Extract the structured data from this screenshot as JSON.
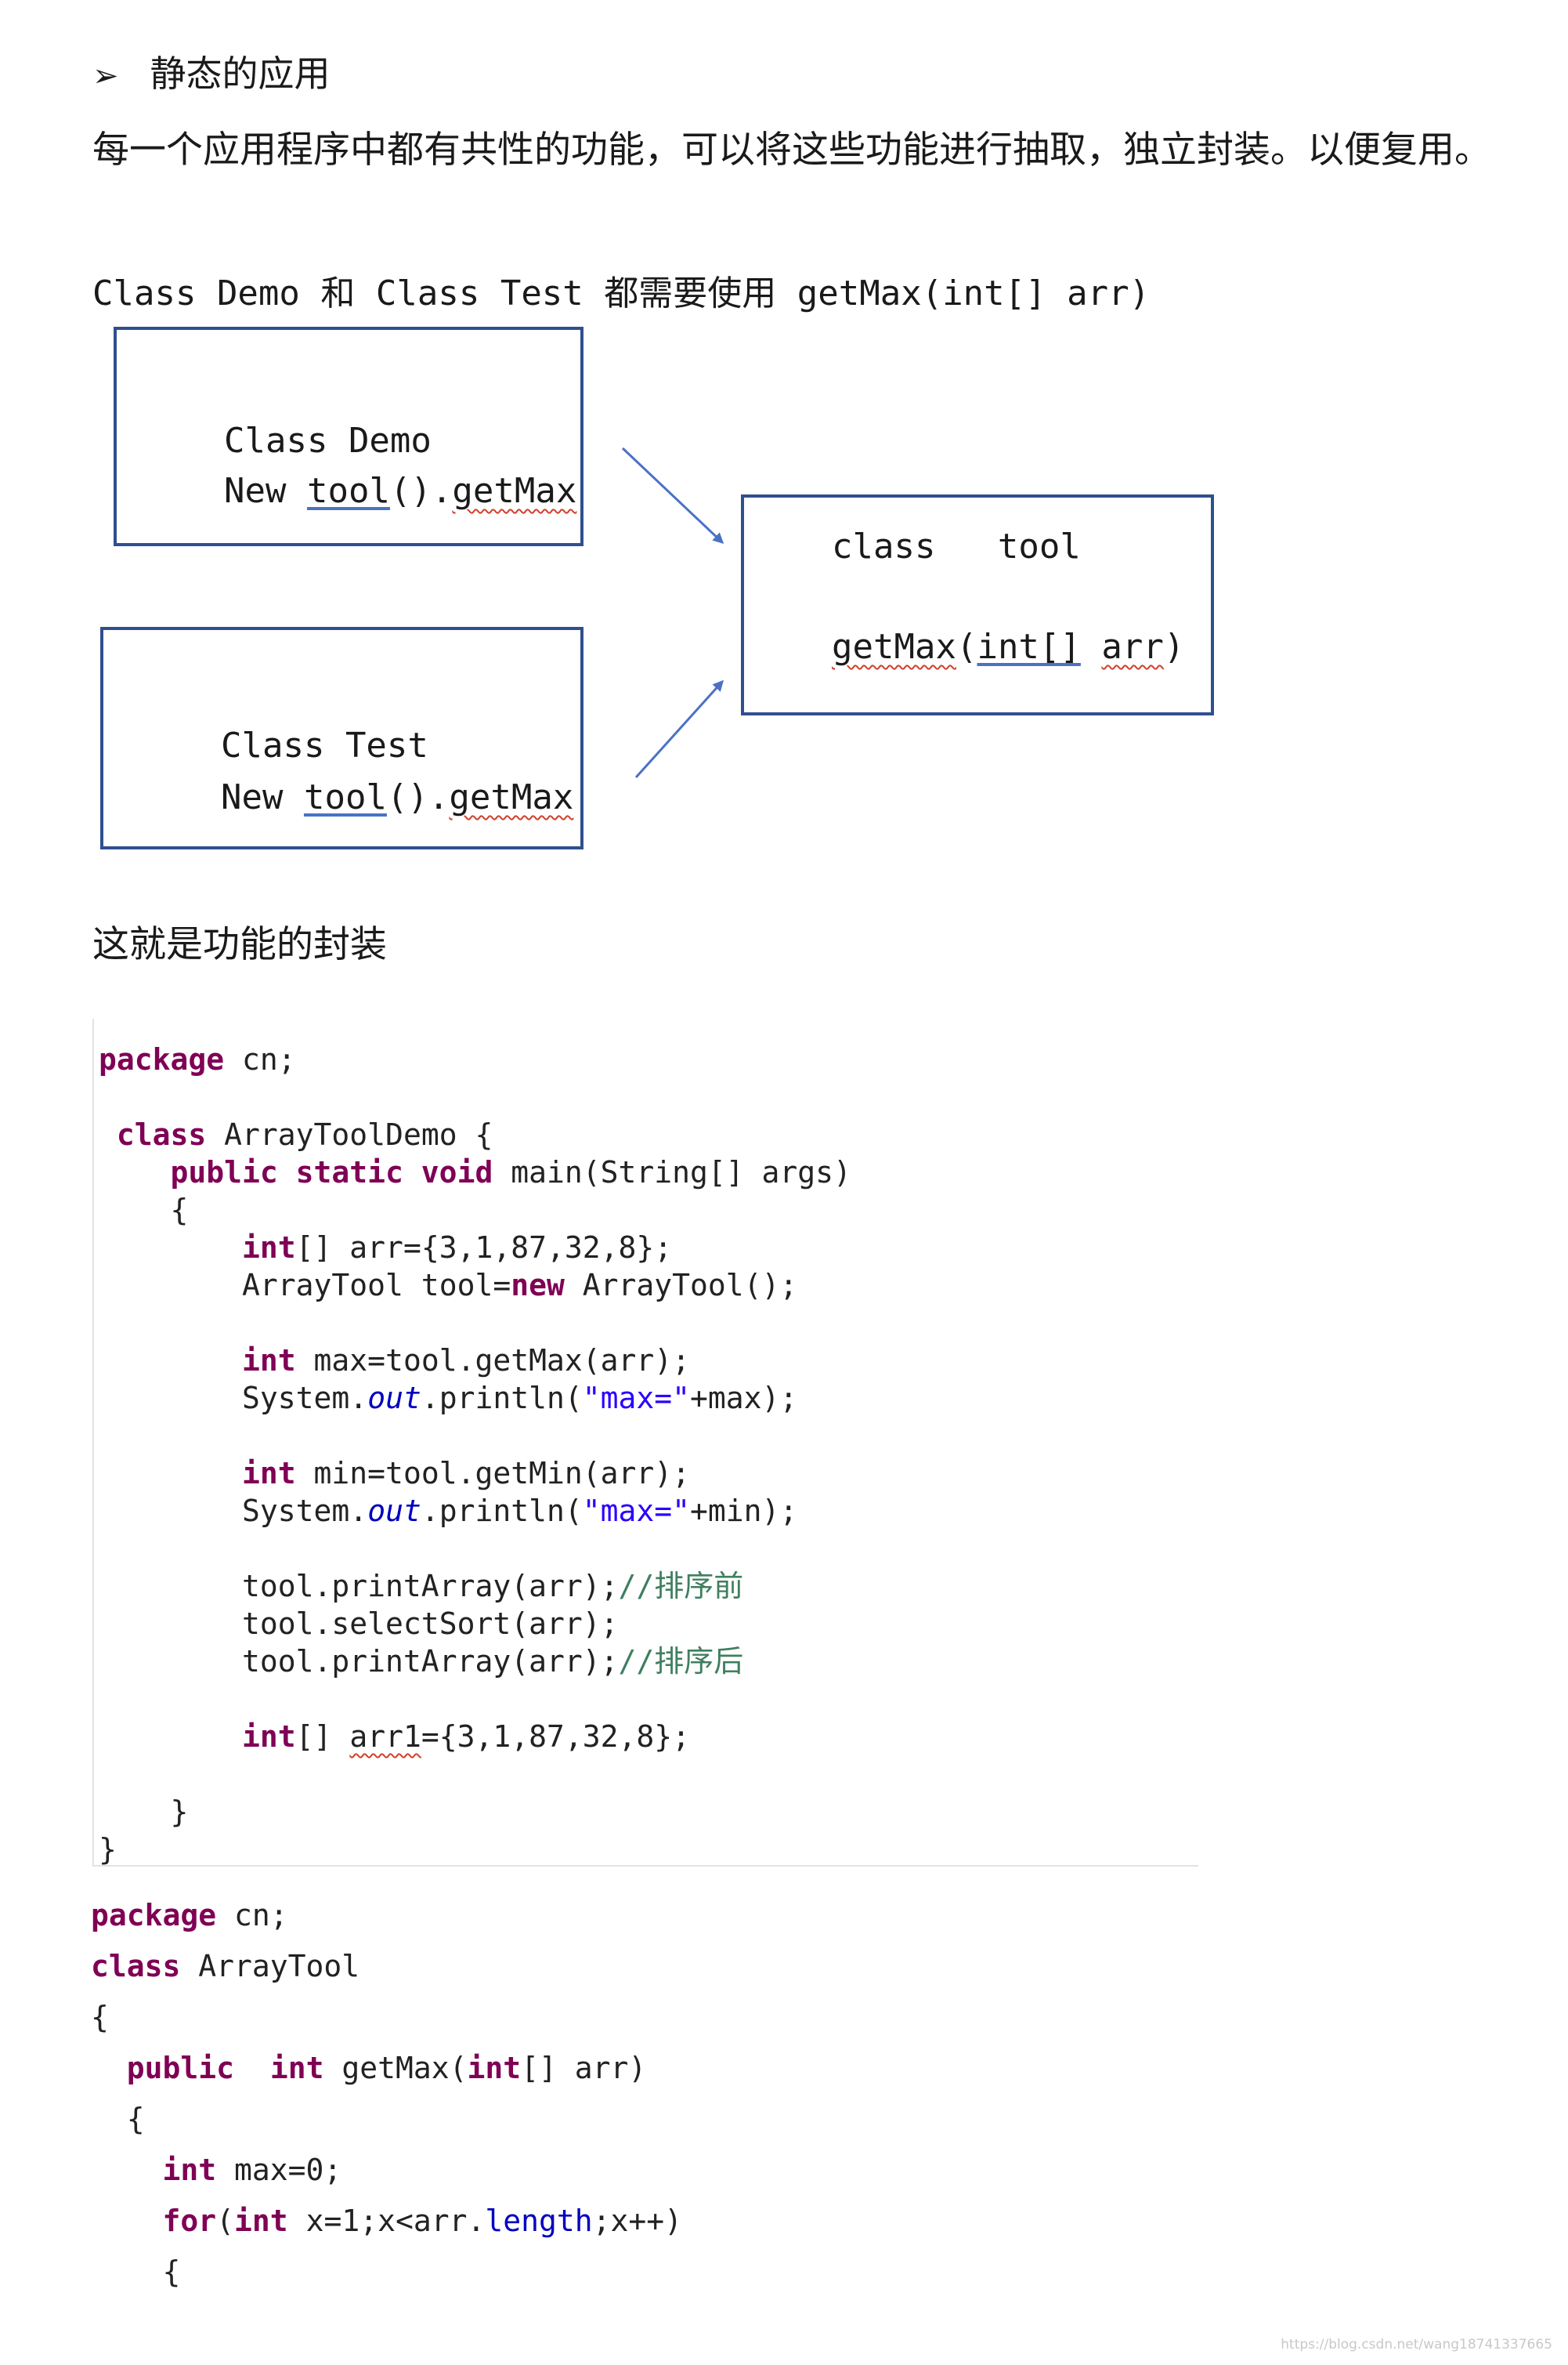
{
  "heading": {
    "bullet": "➢",
    "text": "静态的应用"
  },
  "intro": "每一个应用程序中都有共性的功能，可以将这些功能进行抽取，独立封装。以便复用。",
  "class_line": "Class Demo 和 Class Test 都需要使用 getMax(int[] arr)",
  "diagram": {
    "box_demo": {
      "line1": "Class Demo",
      "new": "New ",
      "tool": "tool",
      "paren": "().",
      "getmax": "getMax"
    },
    "box_test": {
      "line1": "Class Test",
      "new": "New ",
      "tool": "tool",
      "paren": "().",
      "getmax": "getMax"
    },
    "box_tool": {
      "line1": "class   tool",
      "getmax": "getMax",
      "p1": "(",
      "int": "int[]",
      "sp": " ",
      "arr": "arr",
      "p2": ")"
    }
  },
  "encapsulation_text": "这就是功能的封装",
  "code1": {
    "l1_kw": "package",
    "l1_rest": " cn;",
    "l2_kw": "class",
    "l2_rest": " ArrayToolDemo {",
    "l3_kw": "public static void",
    "l3_rest": " main(String[] args)",
    "l4": "{",
    "l5_kw": "int",
    "l5_rest": "[] arr={3,1,87,32,8};",
    "l6_a": "ArrayTool tool=",
    "l6_kw": "new",
    "l6_b": " ArrayTool();",
    "l7_kw": "int",
    "l7_rest": " max=tool.getMax(arr);",
    "l8_a": "System.",
    "l8_fld": "out",
    "l8_b": ".println(",
    "l8_str": "\"max=\"",
    "l8_c": "+max);",
    "l9_kw": "int",
    "l9_rest": " min=tool.getMin(arr);",
    "l10_a": "System.",
    "l10_fld": "out",
    "l10_b": ".println(",
    "l10_str": "\"max=\"",
    "l10_c": "+min);",
    "l11": "tool.printArray(arr);",
    "l11_cmt": "//排序前",
    "l12": "tool.selectSort(arr);",
    "l13": "tool.printArray(arr);",
    "l13_cmt": "//排序后",
    "l14_kw": "int",
    "l14_a": "[] ",
    "l14_arr1": "arr1",
    "l14_b": "={3,1,87,32,8};",
    "l15": "}",
    "l16": "}"
  },
  "code2": {
    "l1_kw": "package",
    "l1_rest": " cn;",
    "l2_kw": "class",
    "l2_rest": " ArrayTool",
    "l3": "{",
    "l4_kw1": "public",
    "l4_kw2": "int",
    "l4_a": " getMax(",
    "l4_kw3": "int",
    "l4_b": "[] arr)",
    "l5": "{",
    "l6_kw": "int",
    "l6_rest": " max=0;",
    "l7_kw1": "for",
    "l7_a": "(",
    "l7_kw2": "int",
    "l7_b": " x=1;x<arr.",
    "l7_fld": "length",
    "l7_c": ";x++)",
    "l8": "{"
  },
  "watermark": "https://blog.csdn.net/wang18741337665"
}
